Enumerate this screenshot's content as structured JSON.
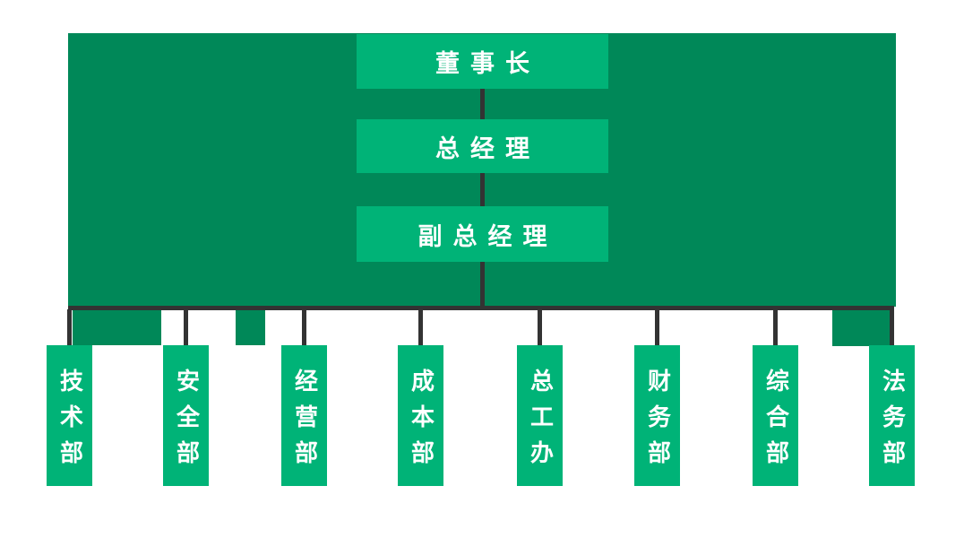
{
  "colors": {
    "page-bg": "#ffffff",
    "panel-green": "#008858",
    "box-green": "#00b377",
    "connector-gray": "#333333",
    "text-white": "#ffffff"
  },
  "hierarchy": [
    {
      "label": "董事长"
    },
    {
      "label": "总经理"
    },
    {
      "label": "副总经理"
    }
  ],
  "departments": [
    {
      "label": "技术部"
    },
    {
      "label": "安全部"
    },
    {
      "label": "经营部"
    },
    {
      "label": "成本部"
    },
    {
      "label": "总工办"
    },
    {
      "label": "财务部"
    },
    {
      "label": "综合部"
    },
    {
      "label": "法务部"
    }
  ]
}
